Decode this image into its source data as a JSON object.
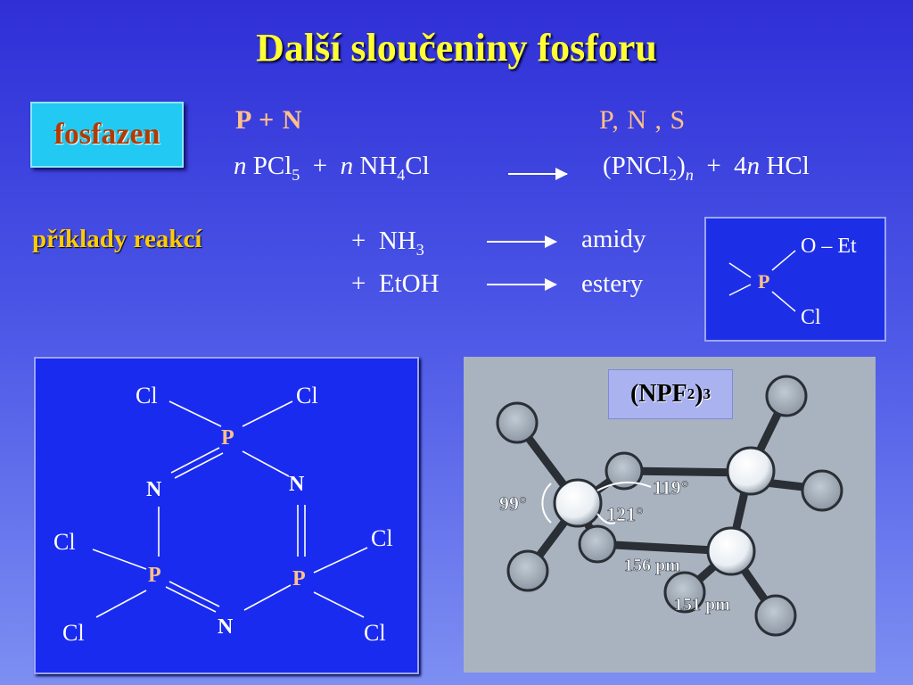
{
  "slide": {
    "title": "Další sloučeniny fosforu",
    "badge": "fosfazen",
    "elements_left": "P  +  N",
    "elements_right": "P,  N ,  S",
    "equation": {
      "n1": "n",
      "pcl": "PCl",
      "pcl_sub": "5",
      "plus1": "+",
      "n2": "n",
      "nh": "NH",
      "nh_sub": "4",
      "cl": "Cl",
      "product_open": "(PNCl",
      "product_sub": "2",
      "product_close": ")",
      "product_n": "n",
      "plus2": "+",
      "coef": "4",
      "coef_n": "n",
      "hcl": "HCl"
    },
    "examples_label": "příklady reakcí",
    "reactions": [
      {
        "plus": "+",
        "reagent": "NH",
        "reagent_sub": "3",
        "product": "amidy"
      },
      {
        "plus": "+",
        "reagent": "EtOH",
        "reagent_sub": "",
        "product": "estery"
      }
    ],
    "ester_structure": {
      "p": "P",
      "oet": "O – Et",
      "cl": "Cl"
    },
    "ring": {
      "p_label": "P",
      "n_label": "N",
      "cl_label": "Cl"
    },
    "photo": {
      "label_main": "(NPF",
      "label_sub": "2",
      "label_close": ")",
      "label_sub2": "3",
      "angle_99": "99°",
      "angle_119": "119°",
      "angle_121": "121°",
      "bond_156": "156 pm",
      "bond_151": "151 pm"
    },
    "colors": {
      "title": "#ffff33",
      "badge_bg": "#22c9f2",
      "badge_text": "#b33a00",
      "phosphorus": "#ffc08a",
      "examples": "#ffcc00"
    }
  }
}
